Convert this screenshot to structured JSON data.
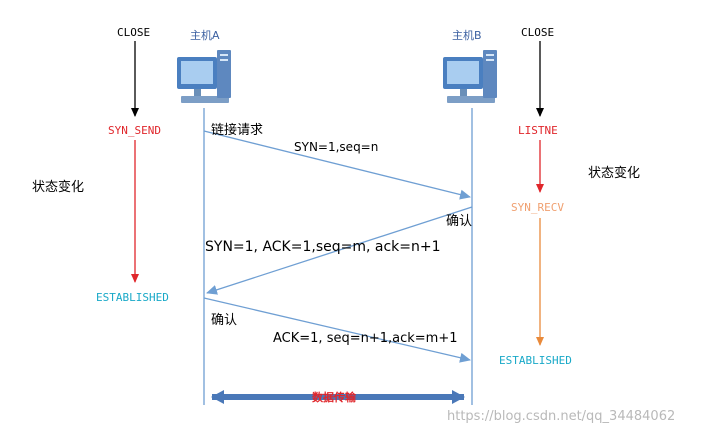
{
  "hosts": {
    "a": {
      "label": "主机A",
      "state_top": "CLOSE"
    },
    "b": {
      "label": "主机B",
      "state_top": "CLOSE"
    }
  },
  "left_states": {
    "syn_send": "SYN_SEND",
    "established": "ESTABLISHED",
    "change_label": "状态变化"
  },
  "right_states": {
    "listne": "LISTNE",
    "syn_recv": "SYN_RECV",
    "established": "ESTABLISHED",
    "change_label": "状态变化"
  },
  "messages": {
    "connect_request": "链接请求",
    "msg1": "SYN=1,seq=n",
    "confirm1": "确认",
    "msg2": "SYN=1, ACK=1,seq=m, ack=n+1",
    "confirm2": "确认",
    "msg3": "ACK=1, seq=n+1,ack=m+1",
    "data_transfer": "数据传输"
  },
  "watermark": "https://blog.csdn.net/qq_34484062",
  "colors": {
    "black": "#000000",
    "red": "#e0262b",
    "orange": "#e98a3b",
    "syn_recv": "#f0a070",
    "cyan": "#19a9c8",
    "line_blue": "#6f9fd3",
    "data_arrow": "#4a78b8",
    "watermark": "#b9b9b9"
  }
}
